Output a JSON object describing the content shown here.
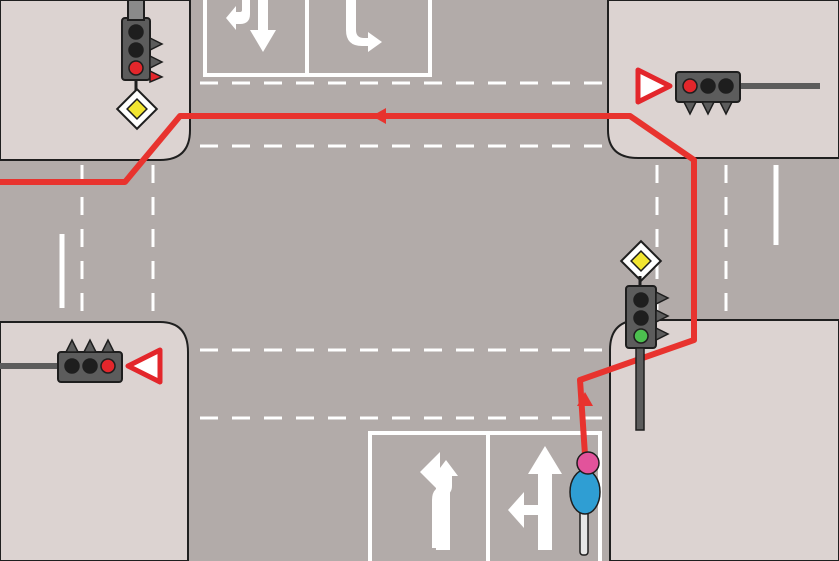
{
  "scene": {
    "colors": {
      "road": "#b2aba9",
      "sidewalk": "#dcd3d1",
      "curb": "#1f1f1f",
      "marking": "#ffffff",
      "route": "#e8332e",
      "signal_housing": "#5c5c5c",
      "lamp_off": "#1e1e1e",
      "lamp_red": "#e3262b",
      "lamp_green": "#4cc04f",
      "priority_sign": "#f2e531",
      "yield_border": "#e3262b",
      "cyclist_helmet": "#e2539b",
      "cyclist_shirt": "#2f9ed3"
    },
    "route": {
      "description_icon": "route-arrow-icon"
    },
    "signals": [
      {
        "id": "north-west",
        "state": "red",
        "sign": "priority-road-sign"
      },
      {
        "id": "north-east",
        "state": "red",
        "sign": "yield-sign"
      },
      {
        "id": "south-east",
        "state": "green",
        "sign": "priority-road-sign"
      },
      {
        "id": "south-west",
        "state": "red",
        "sign": "yield-sign"
      }
    ],
    "lane_arrows": {
      "north": [
        "straight-left-arrow-icon",
        "left-turn-arrow-icon"
      ],
      "south": [
        "left-turn-arrow-icon",
        "straight-left-arrow-icon"
      ]
    }
  }
}
